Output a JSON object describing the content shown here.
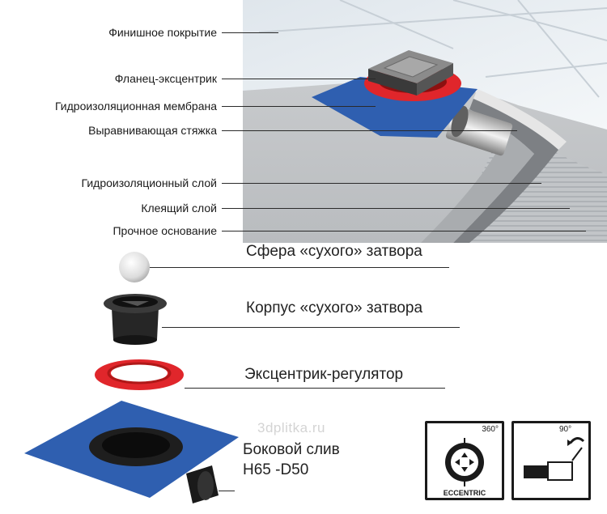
{
  "layers": {
    "finish": "Финишное покрытие",
    "flange": "Фланец-эксцентрик",
    "membrane": "Гидроизоляционная мембрана",
    "screed": "Выравнивающая стяжка",
    "waterproof": "Гидроизоляционный слой",
    "adhesive": "Клеящий слой",
    "base": "Прочное основание"
  },
  "parts": {
    "sphere": "Сфера «сухого» затвора",
    "body": "Корпус «сухого» затвора",
    "eccentric": "Эксцентрик-регулятор",
    "drain_line1": "Боковой слив",
    "drain_line2": "H65 -D50"
  },
  "watermark": "3dplitka.ru",
  "badges": {
    "rotation_angle": "360°",
    "eccentric_text": "ECCENTRIC",
    "tilt_angle": "90°"
  },
  "colors": {
    "membrane_blue": "#2f5fb0",
    "ring_red": "#e0262b",
    "body_black": "#1e1e1e",
    "tile": "#e9eef2"
  }
}
